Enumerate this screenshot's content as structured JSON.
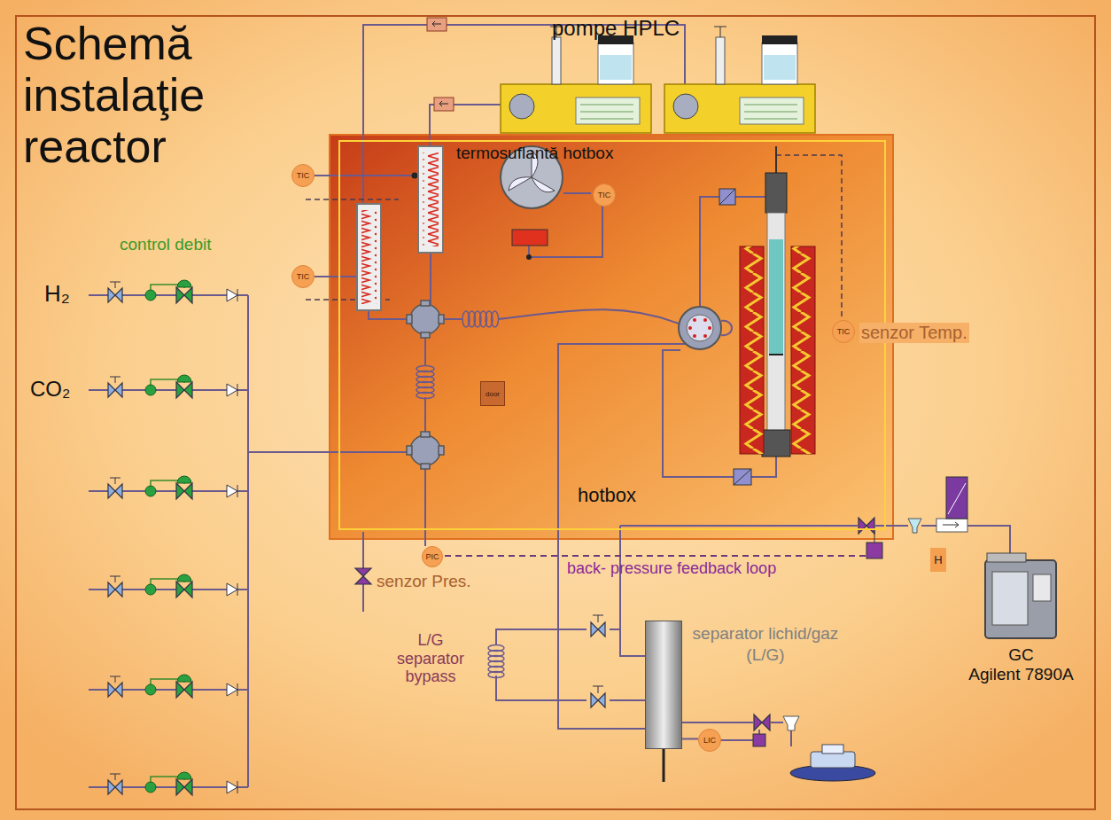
{
  "diagram": {
    "title": "Schemă instalaţie reactor",
    "nodes": [
      {
        "text": [
          "TIC"
        ]
      },
      {
        "text": [
          "TIC"
        ]
      },
      {
        "text": [
          "hotbox"
        ]
      },
      {
        "text": [
          "TIC"
        ],
        "in": 2
      },
      {
        "text": [
          "TIC",
          "senzor Temp."
        ],
        "in": 2
      },
      {
        "text": [
          "door"
        ],
        "in": 2
      },
      {
        "text": [
          "PIC"
        ]
      },
      {
        "text": [
          "H"
        ]
      },
      {
        "text": [
          "GC",
          "Agilent 7890A"
        ]
      },
      {
        "text": [
          "separator lichid/gaz (L/G)"
        ]
      },
      {
        "text": [
          "LIC"
        ]
      }
    ],
    "edges": [
      {
        "from": 10,
        "to": 9,
        "arrow": "none"
      }
    ],
    "labels": [
      "pompe HPLC",
      "termosuflantă hotbox",
      "control debit",
      "H₂",
      "CO₂",
      "senzor Pres.",
      "back- pressure feedback loop",
      "L/G separator bypass"
    ]
  }
}
